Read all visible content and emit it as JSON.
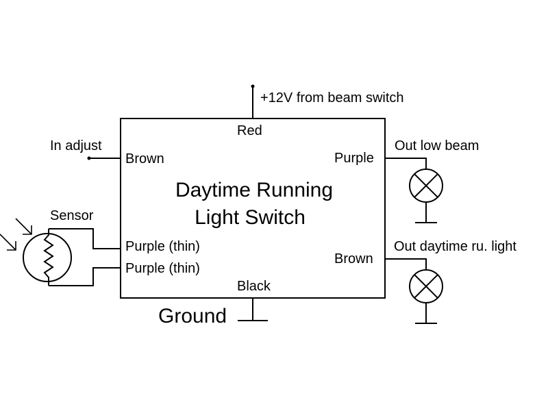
{
  "diagram": {
    "type": "wiring-schematic",
    "title_line1": "Daytime Running",
    "title_line2": "Light Switch",
    "wires": {
      "top": "Red",
      "left_top": "Brown",
      "left_sensor_1": "Purple (thin)",
      "left_sensor_2": "Purple (thin)",
      "right_top": "Purple",
      "right_bottom": "Brown",
      "bottom": "Black"
    },
    "external_labels": {
      "power_input": "+12V from beam switch",
      "adjust_input": "In adjust",
      "sensor": "Sensor",
      "ground": "Ground",
      "low_beam_output": "Out low beam",
      "daytime_light_output": "Out daytime ru. light"
    },
    "components": [
      {
        "id": "module",
        "kind": "box"
      },
      {
        "id": "sensor",
        "kind": "photoresistor"
      },
      {
        "id": "lamp-low-beam",
        "kind": "lamp"
      },
      {
        "id": "lamp-daytime",
        "kind": "lamp"
      },
      {
        "id": "ground-module",
        "kind": "ground"
      },
      {
        "id": "ground-lamp-low",
        "kind": "ground"
      },
      {
        "id": "ground-lamp-daytime",
        "kind": "ground"
      }
    ]
  }
}
